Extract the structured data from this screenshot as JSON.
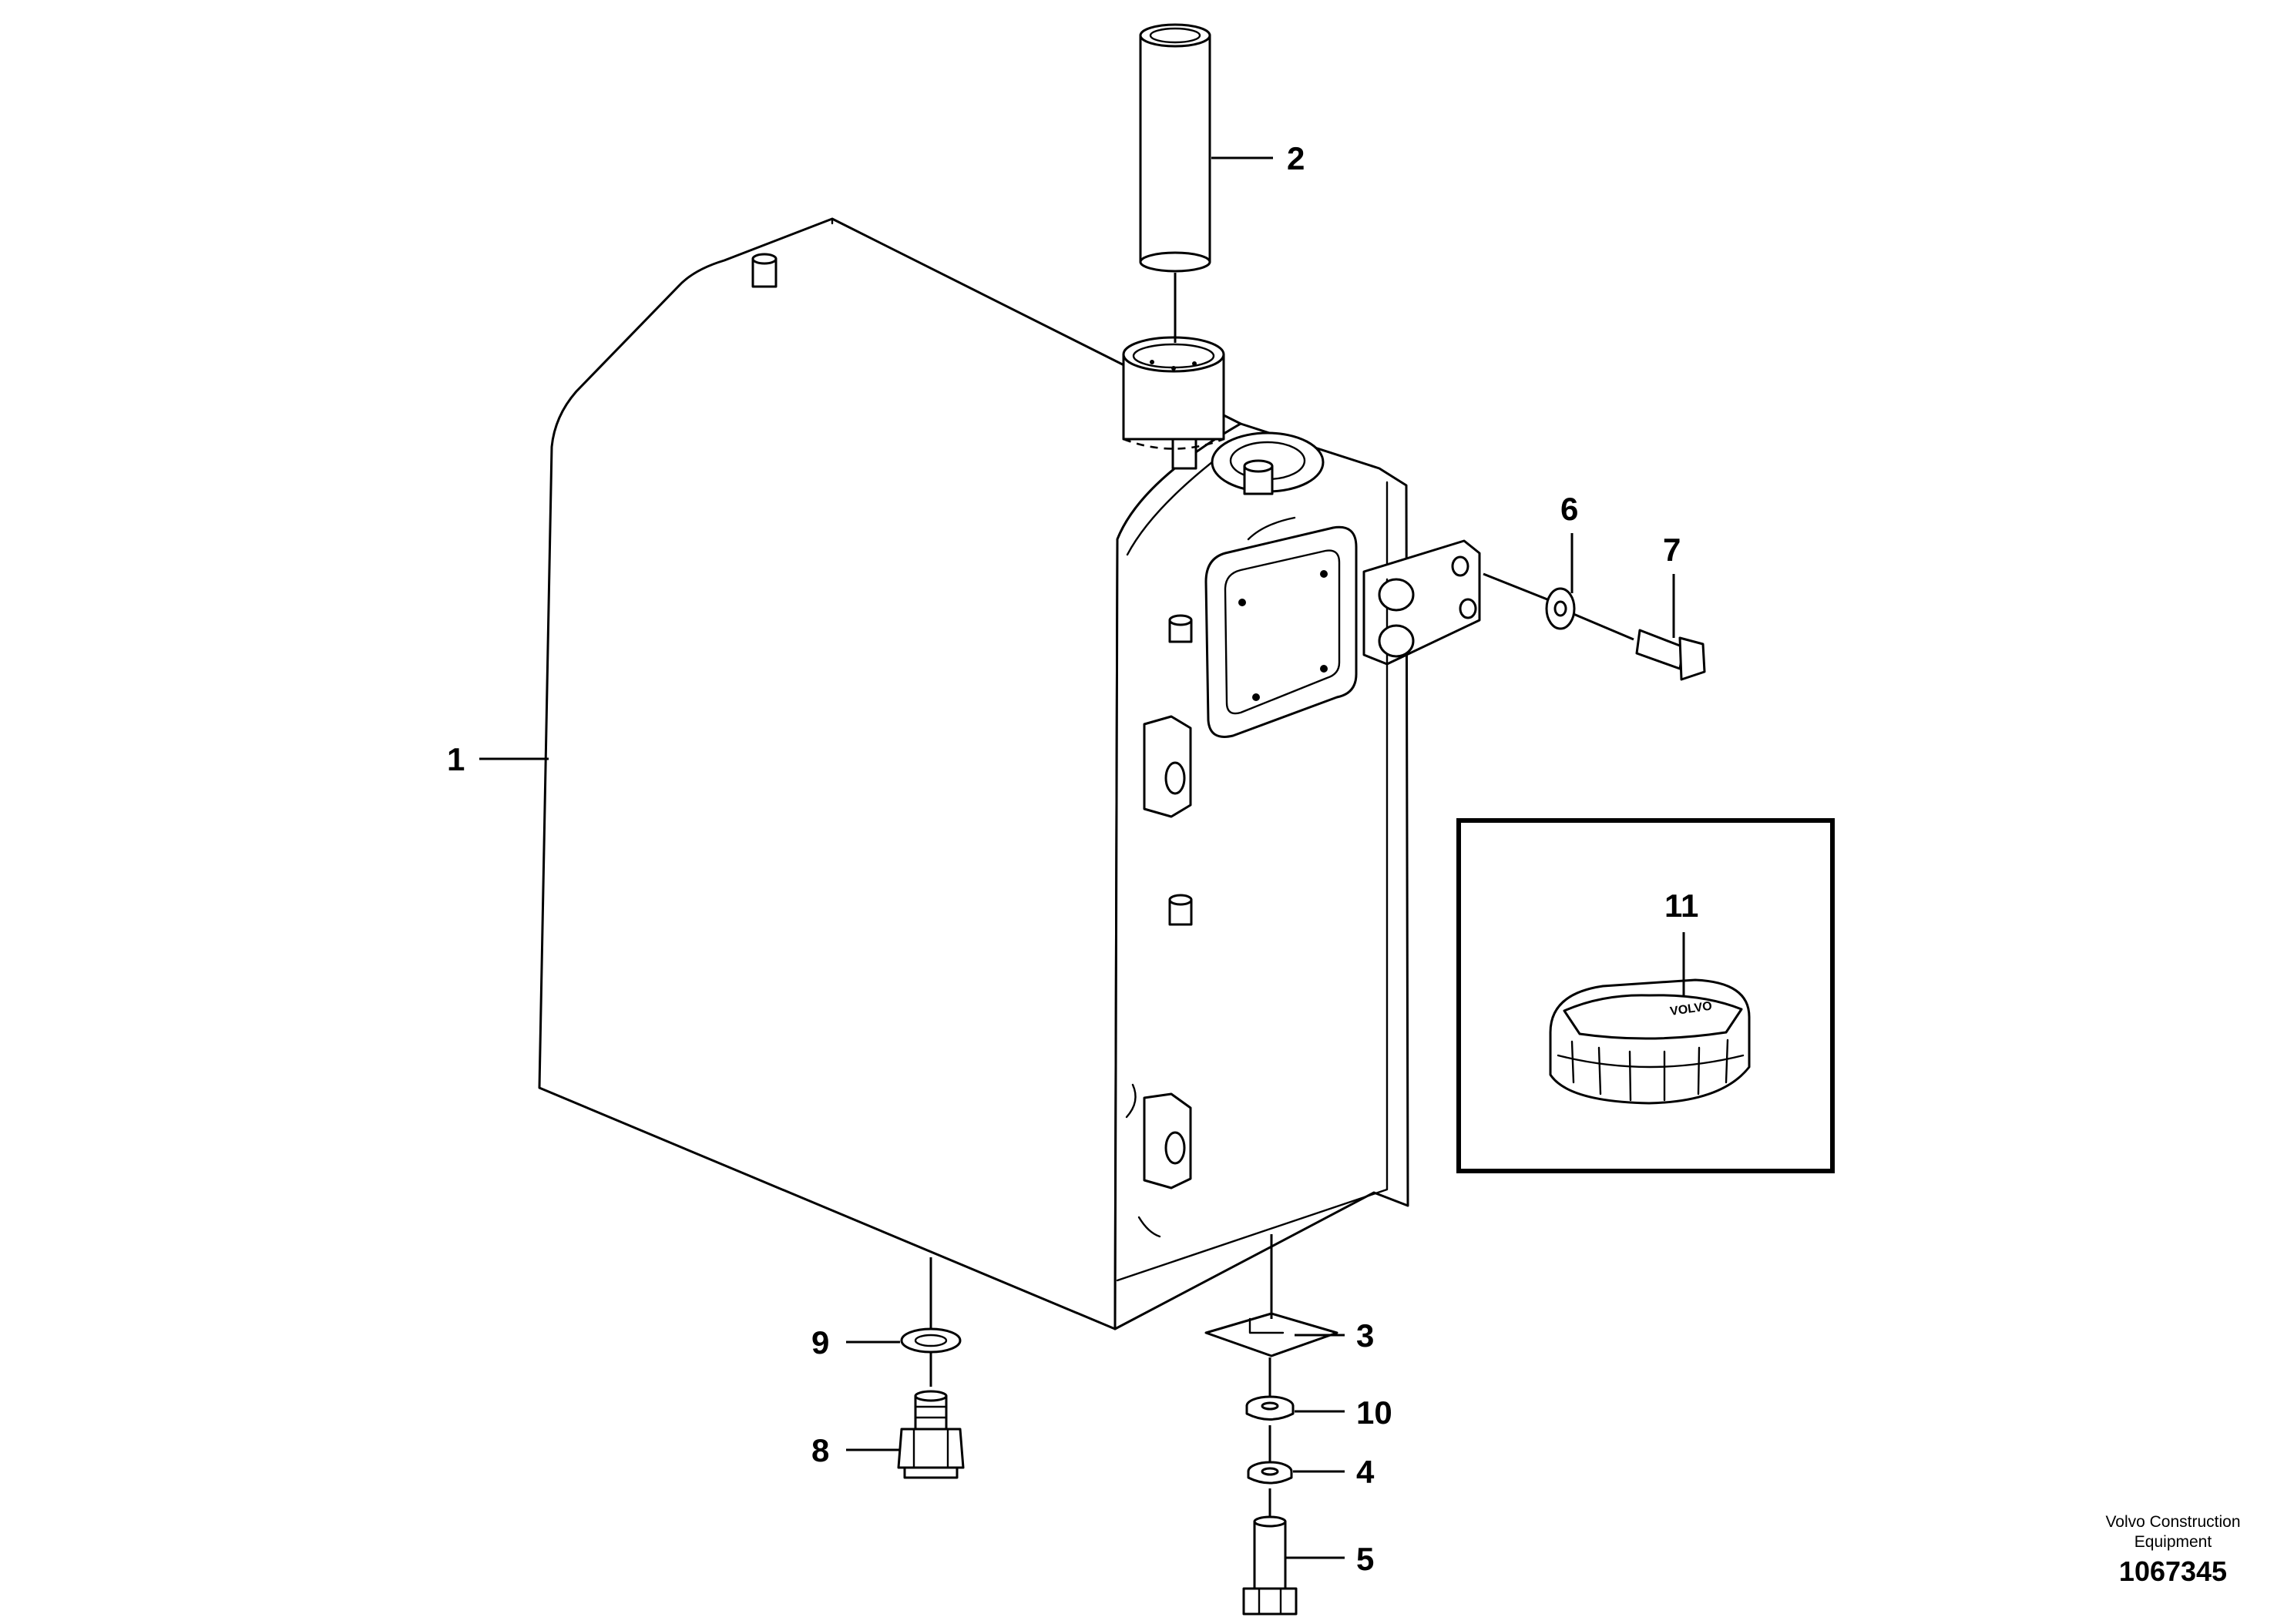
{
  "callouts": [
    {
      "id": "1",
      "label": "1"
    },
    {
      "id": "2",
      "label": "2"
    },
    {
      "id": "3",
      "label": "3"
    },
    {
      "id": "4",
      "label": "4"
    },
    {
      "id": "5",
      "label": "5"
    },
    {
      "id": "6",
      "label": "6"
    },
    {
      "id": "7",
      "label": "7"
    },
    {
      "id": "8",
      "label": "8"
    },
    {
      "id": "9",
      "label": "9"
    },
    {
      "id": "10",
      "label": "10"
    },
    {
      "id": "11",
      "label": "11"
    }
  ],
  "footer": {
    "maker_line1": "Volvo Construction",
    "maker_line2": "Equipment",
    "drawing_number": "1067345"
  },
  "cap_lettering": "VOLVO"
}
